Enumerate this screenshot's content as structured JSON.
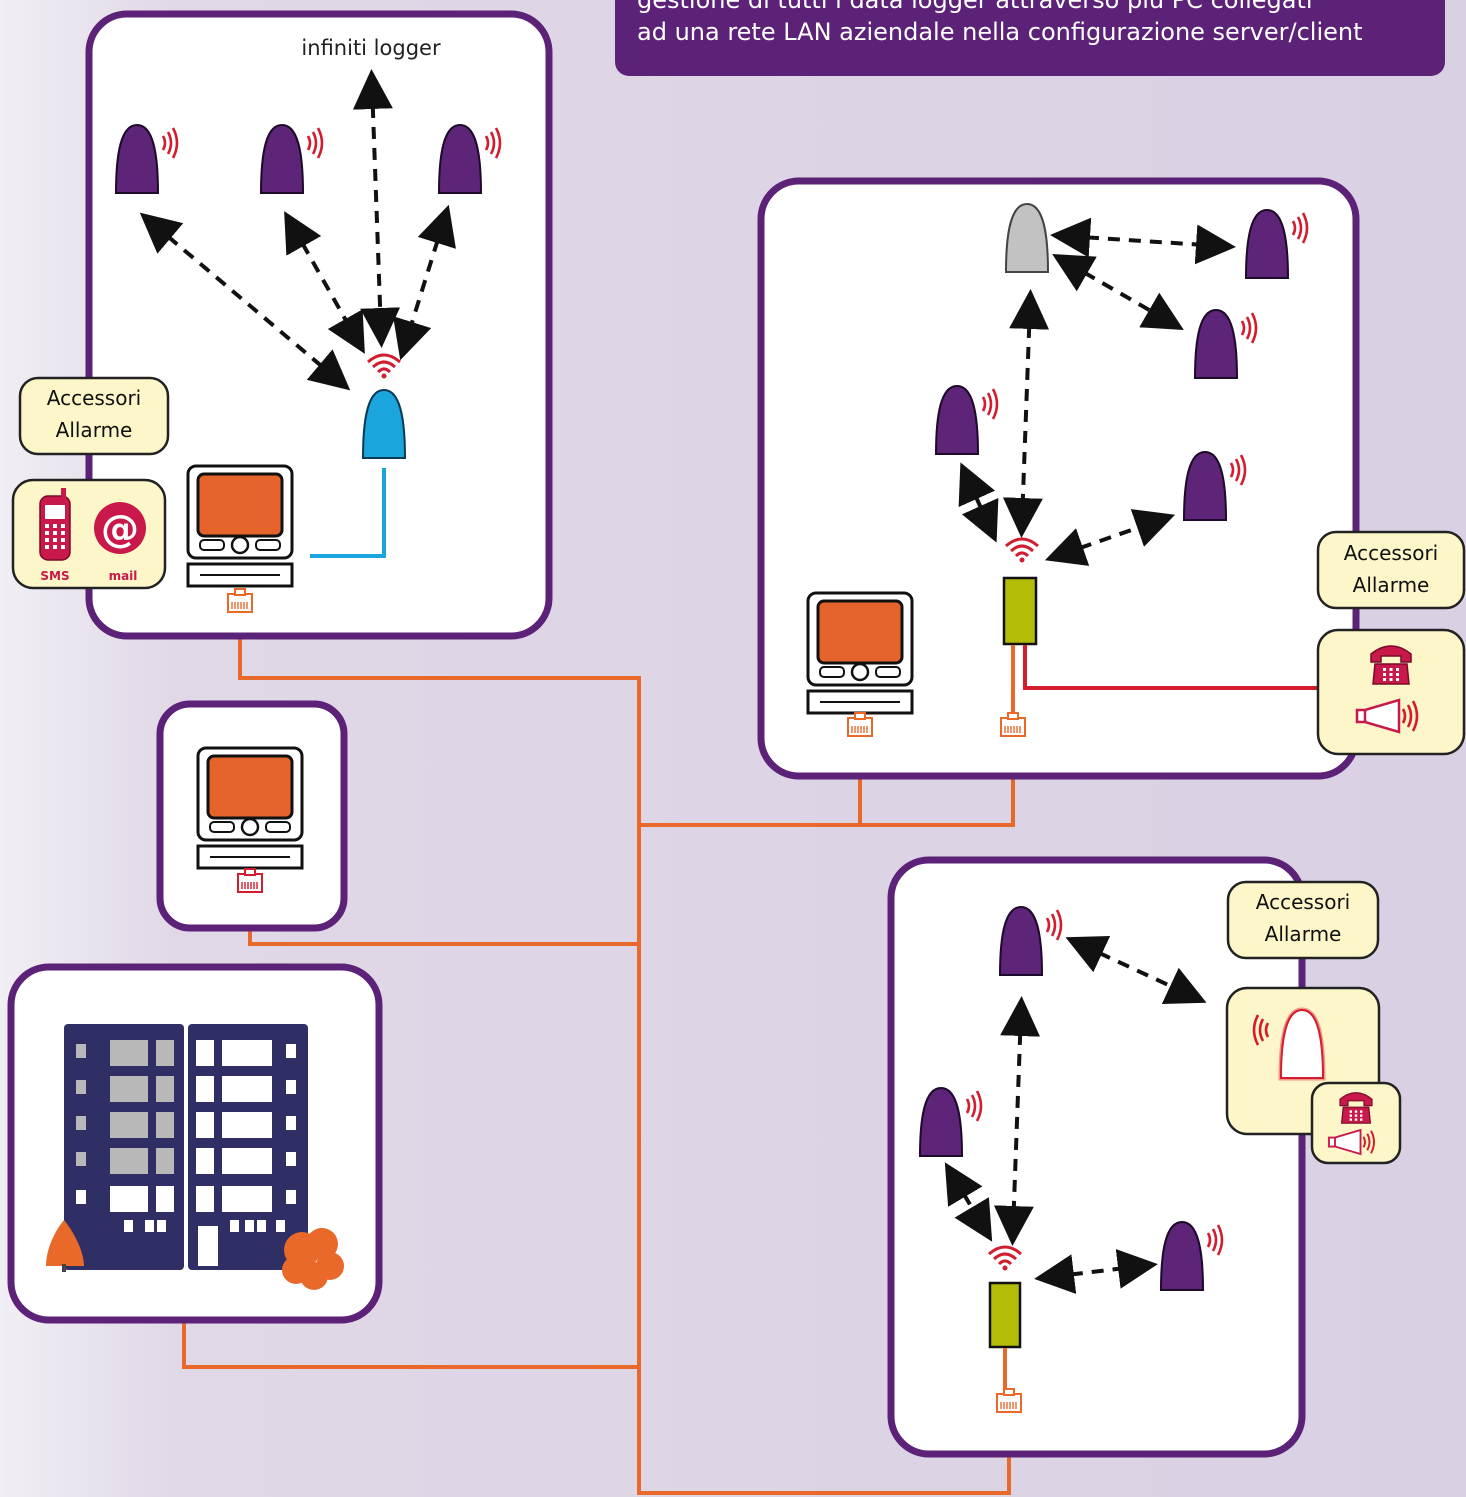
{
  "banner": {
    "line1": "gestione di tutti i data logger attraverso più PC collegati",
    "line2": "ad una rete LAN aziendale nella configurazione server/client"
  },
  "top_panel": {
    "infinite_label": "infiniti logger"
  },
  "alarm_boxes": [
    {
      "line1": "Accessori",
      "line2": "Allarme"
    },
    {
      "line1": "Accessori",
      "line2": "Allarme"
    },
    {
      "line1": "Accessori",
      "line2": "Allarme"
    }
  ],
  "phone_labels": {
    "sms": "SMS",
    "mail": "mail"
  },
  "colors": {
    "panel_border": "#5b2278",
    "logger": "#5e2477",
    "logger_root": "#1aa6dd",
    "logger_grey": "#c2c2c2",
    "receiver": "#b3bd07",
    "lan": "#e8692a",
    "alarm_line": "#d11d2e",
    "accessory_fill": "#fdf6c9",
    "monitor_screen": "#e4642c",
    "building": "#2f2f66"
  }
}
